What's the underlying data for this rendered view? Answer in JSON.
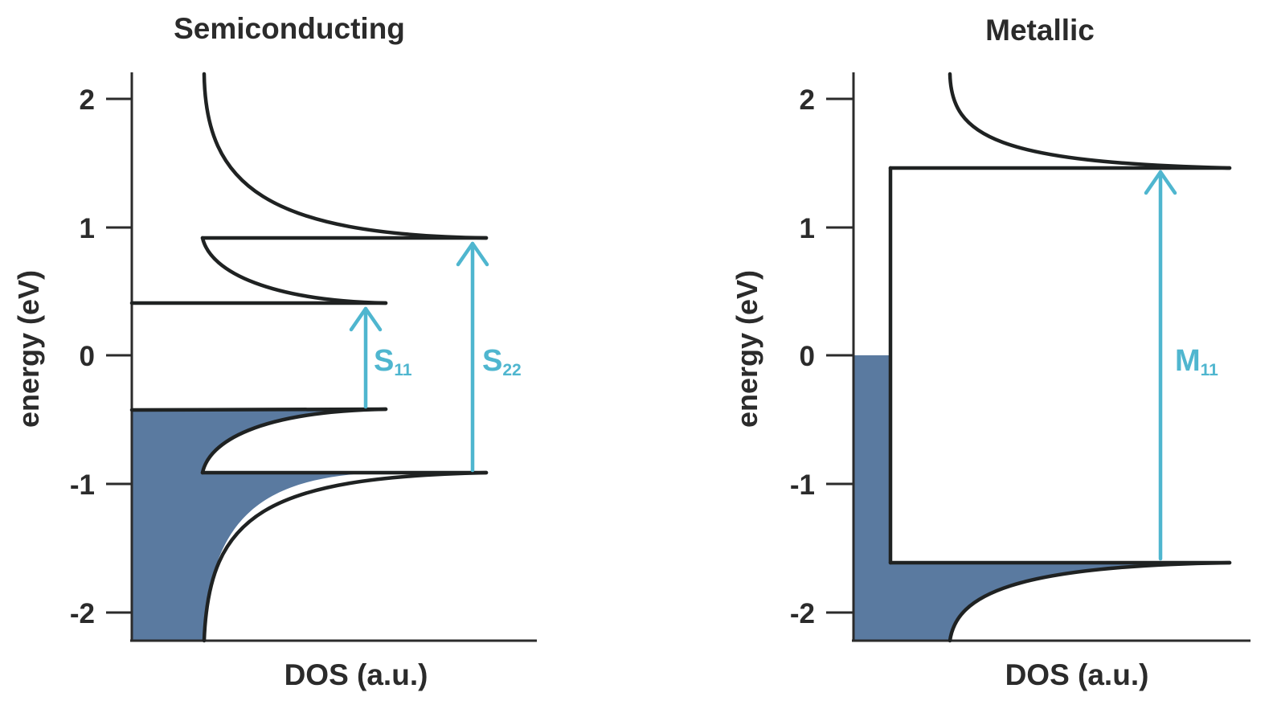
{
  "colors": {
    "filled_states": "#5a7aa0",
    "transition_arrow": "#4fb6cf",
    "curve": "#1f2222",
    "axis": "#2b2b2b"
  },
  "panels": [
    {
      "id": "semiconducting",
      "title": "Semiconducting",
      "ylabel": "energy (eV)",
      "xlabel": "DOS (a.u.)",
      "y_ticks": [
        "2",
        "1",
        "0",
        "-1",
        "-2"
      ],
      "y_tick_values": [
        2,
        1,
        0,
        -1,
        -2
      ],
      "transitions": [
        {
          "main": "S",
          "sub": "11",
          "from": -0.42,
          "to": 0.41
        },
        {
          "main": "S",
          "sub": "22",
          "from": -0.91,
          "to": 0.92
        }
      ]
    },
    {
      "id": "metallic",
      "title": "Metallic",
      "ylabel": "energy (eV)",
      "xlabel": "DOS (a.u.)",
      "y_ticks": [
        "2",
        "1",
        "0",
        "-1",
        "-2"
      ],
      "y_tick_values": [
        2,
        1,
        0,
        -1,
        -2
      ],
      "transitions": [
        {
          "main": "M",
          "sub": "11",
          "from": -1.6,
          "to": 1.46
        }
      ]
    }
  ]
}
